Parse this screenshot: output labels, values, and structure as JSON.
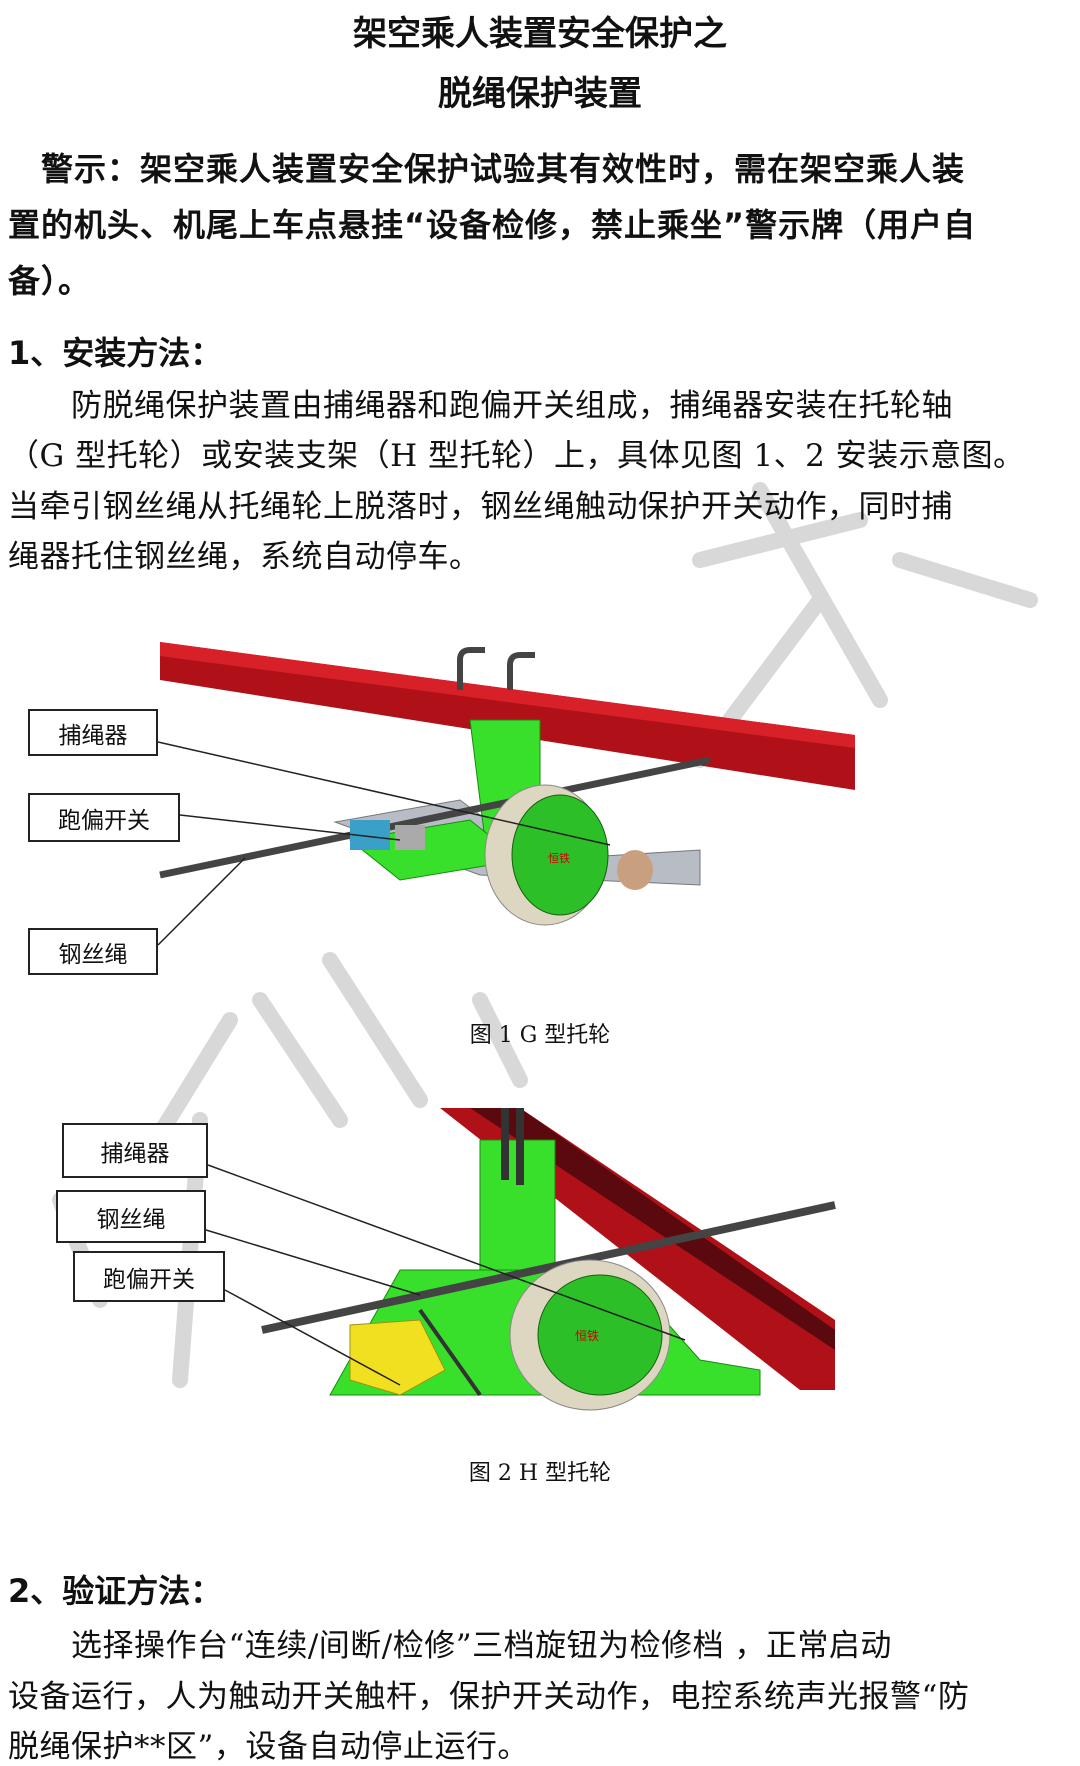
{
  "title": {
    "line1": "架空乘人装置安全保护之",
    "line2": "脱绳保护装置"
  },
  "warning": {
    "lines": [
      "　警示：架空乘人装置安全保护试验其有效性时，需在架空乘人装",
      "置的机头、机尾上车点悬挂“设备检修，禁止乘坐”警示牌（用户自",
      "备）。"
    ]
  },
  "section1": {
    "heading": "1、安装方法：",
    "lines": [
      "　　防脱绳保护装置由捕绳器和跑偏开关组成，捕绳器安装在托轮轴",
      "（G 型托轮）或安装支架（H 型托轮）上，具体见图 1、2 安装示意图。",
      "当牵引钢丝绳从托绳轮上脱落时，钢丝绳触动保护开关动作，同时捕",
      "绳器托住钢丝绳，系统自动停车。"
    ]
  },
  "figure1": {
    "labels": [
      "捕绳器",
      "跑偏开关",
      "钢丝绳"
    ],
    "caption": "图 1  G 型托轮",
    "wheel_mark": "恒铁"
  },
  "figure2": {
    "labels": [
      "捕绳器",
      "钢丝绳",
      "跑偏开关"
    ],
    "caption": "图 2  H 型托轮",
    "wheel_mark": "恒铁"
  },
  "section2": {
    "heading": "2、验证方法：",
    "lines": [
      "　　选择操作台“连续/间断/检修”三档旋钮为检修档 ，正常启动",
      "设备运行，人为触动开关触杆，保护开关动作，电控系统声光报警“防",
      "脱绳保护**区”，设备自动停止运行。"
    ]
  },
  "colors": {
    "beam": "#c0141a",
    "bracket": "#33e02a",
    "switch_blue": "#3aa0c8",
    "switch_yellow": "#f0e020",
    "wheel_rim": "#ddd6c0",
    "catcher": "#b8bcc4"
  }
}
